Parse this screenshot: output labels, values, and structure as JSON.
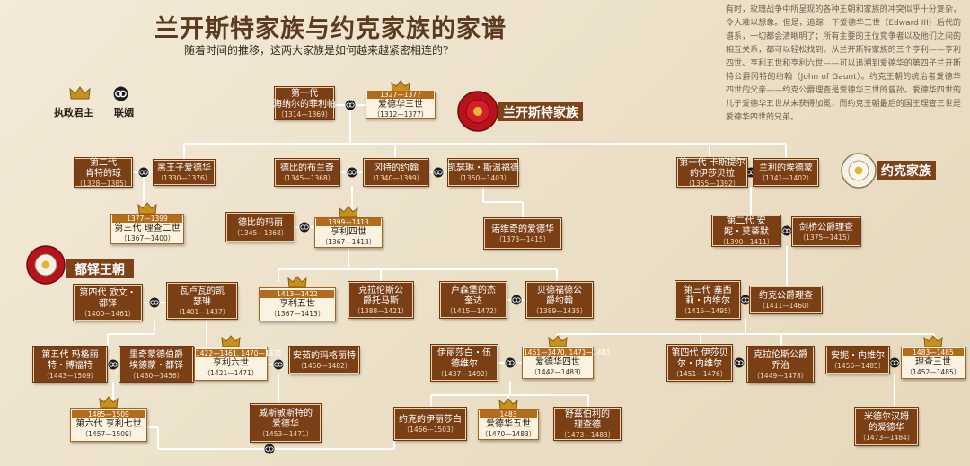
{
  "page": {
    "title": "兰开斯特家族与约克家族的家谱",
    "subtitle": "随着时间的推移，这两大家族是如何越来越紧密相连的?",
    "intro": "有时，玫瑰战争中所呈现的各种王朝和家族的冲突似乎十分复杂，令人难以想象。但是，追踪一下爱德华三世（Edward III）后代的谱系，一切都会清晰明了；所有主要的王位竞争者以及他们之间的相互关系，都可以轻松找到。从兰开斯特家族的三个亨利——亨利四世、亨利五世和亨利六世——可以追溯到爱德华的第四子兰开斯特公爵冈特的约翰（John of Gaunt）。约克王朝的统治者爱德华四世的父亲——约克公爵理查是爱德华三世的曾孙。爱德华四世的儿子爱德华五世从未获得加冕，而约克王朝最后的国王理查三世是爱德华四世的兄弟。"
  },
  "legend": {
    "crown_label": "执政君主",
    "marriage_label": "联姻"
  },
  "houses": {
    "lancaster": "兰开斯特家族",
    "york": "约克家族",
    "tudor": "都铎王朝"
  },
  "colors": {
    "box": "#7b3f16",
    "reign_tab": "#b36c1b",
    "line": "#ffffff",
    "background": "#efe4cf"
  },
  "people": [
    {
      "id": "philippa",
      "name": "第一代\n海纳尔的菲利帕",
      "years": "（1314—1369）",
      "king": false
    },
    {
      "id": "edward3",
      "name": "爱德华三世",
      "years": "（1312—1377）",
      "reign": "1327—1377",
      "king": true
    },
    {
      "id": "blackprince",
      "name": "黑王子爱德华",
      "years": "（1330—1376）",
      "king": false
    },
    {
      "id": "joan",
      "name": "第二代\n肯特的琼",
      "years": "（1328—1385）",
      "king": false
    },
    {
      "id": "richard2",
      "name": "第三代 理查二世",
      "years": "（1367—1400）",
      "reign": "1377—1399",
      "king": true
    },
    {
      "id": "blanche",
      "name": "德比的布兰奇",
      "years": "（1345—1368）",
      "king": false
    },
    {
      "id": "gaunt",
      "name": "冈特的约翰",
      "years": "（1340—1399）",
      "king": false
    },
    {
      "id": "katherine",
      "name": "凯瑟琳・斯温福德",
      "years": "（1350—1403）",
      "king": false
    },
    {
      "id": "mary",
      "name": "德比的玛丽",
      "years": "（1345—1368）",
      "king": false
    },
    {
      "id": "henry4",
      "name": "亨利四世",
      "years": "（1367—1413）",
      "reign": "1399—1413",
      "king": true
    },
    {
      "id": "fitzalan",
      "name": "诺维奇的爱德华",
      "years": "（1373—1415）",
      "king": false
    },
    {
      "id": "isabella",
      "name": "第一代 卡斯提尔\n的伊莎贝拉",
      "years": "（1355—1392）",
      "king": false
    },
    {
      "id": "langley",
      "name": "兰利的埃德蒙",
      "years": "（1341—1402）",
      "king": false
    },
    {
      "id": "anne",
      "name": "第二代 安\n妮・莫蒂默",
      "years": "（1390—1411）",
      "king": false
    },
    {
      "id": "cambridge",
      "name": "剑桥公爵理查",
      "years": "（1375—1415）",
      "king": false
    },
    {
      "id": "owen",
      "name": "第四代 欧文・\n都铎",
      "years": "（1400—1461）",
      "king": false
    },
    {
      "id": "katherinev",
      "name": "瓦卢瓦的凯\n瑟琳",
      "years": "（1401—1437）",
      "king": false
    },
    {
      "id": "henry5",
      "name": "亨利五世",
      "years": "（1367—1413）",
      "reign": "1413—1422",
      "king": true
    },
    {
      "id": "clarence",
      "name": "克拉伦斯公\n爵托马斯",
      "years": "（1388—1421）",
      "king": false
    },
    {
      "id": "jacquetta",
      "name": "卢森堡的杰\n奎达",
      "years": "（1415—1472）",
      "king": false
    },
    {
      "id": "bedford",
      "name": "贝德福德公\n爵约翰",
      "years": "（1389—1435）",
      "king": false
    },
    {
      "id": "cecily",
      "name": "第三代 塞西\n莉・内维尔",
      "years": "（1415—1495）",
      "king": false
    },
    {
      "id": "york",
      "name": "约克公爵理查",
      "years": "（1411—1460）",
      "king": false
    },
    {
      "id": "margaretb",
      "name": "第五代 玛格丽\n特・博福特",
      "years": "（1443—1509）",
      "king": false
    },
    {
      "id": "edmund",
      "name": "里奇蒙德伯爵\n埃德蒙・都铎",
      "years": "（1430—1456）",
      "king": false
    },
    {
      "id": "henry6",
      "name": "亨利六世",
      "years": "（1421—1471）",
      "reign": "1422—1461, 1470—1471",
      "king": true
    },
    {
      "id": "margareta",
      "name": "安茹的玛格丽特",
      "years": "（1450—1482）",
      "king": false
    },
    {
      "id": "elizabethw",
      "name": "伊丽莎白・伍\n德维尔",
      "years": "（1437—1492）",
      "king": false
    },
    {
      "id": "edward4",
      "name": "爱德华四世",
      "years": "（1442—1483）",
      "reign": "1461—1470, 1471—1483",
      "king": true
    },
    {
      "id": "isabelle",
      "name": "第四代 伊莎贝\n尔・内维尔",
      "years": "（1451—1476）",
      "king": false
    },
    {
      "id": "george",
      "name": "克拉伦斯公爵\n乔治",
      "years": "（1449—1478）",
      "king": false
    },
    {
      "id": "annen",
      "name": "安妮・内维尔",
      "years": "（1456—1485）",
      "king": false
    },
    {
      "id": "richard3",
      "name": "理查三世",
      "years": "（1452—1485）",
      "reign": "1483—1485",
      "king": true
    },
    {
      "id": "henry7",
      "name": "第六代 亨利七世",
      "years": "（1457—1509）",
      "reign": "1485—1509",
      "king": true
    },
    {
      "id": "edwardw",
      "name": "威斯敏斯特的\n爱德华",
      "years": "（1453—1471）",
      "king": false
    },
    {
      "id": "elizabethy",
      "name": "约克的伊丽莎白",
      "years": "（1466—1503）",
      "king": false
    },
    {
      "id": "edward5",
      "name": "爱德华五世",
      "years": "（1470—1483）",
      "reign": "1483",
      "king": true
    },
    {
      "id": "dorset",
      "name": "舒兹伯利的\n理查德",
      "years": "（1473—1483）",
      "king": false
    },
    {
      "id": "middleham",
      "name": "米德尔汉姆\n的爱德华",
      "years": "（1473—1484）",
      "king": false
    }
  ]
}
